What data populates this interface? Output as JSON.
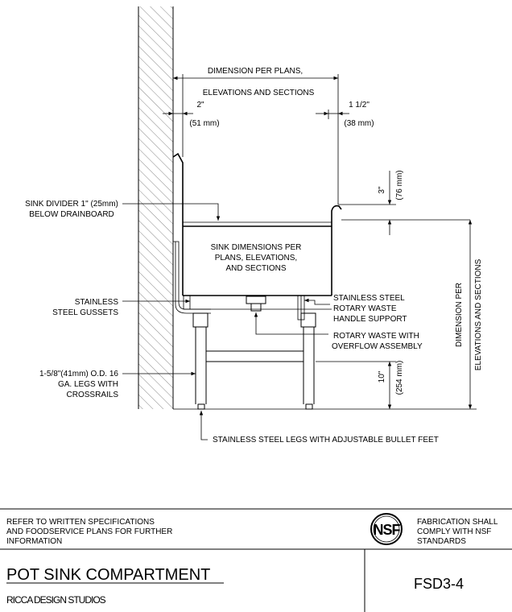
{
  "drawing": {
    "dim_top_line1": "DIMENSION PER PLANS,",
    "dim_top_line2": "ELEVATIONS AND SECTIONS",
    "dim_left_in": "2\"",
    "dim_left_mm": "(51 mm)",
    "dim_right_in": "1 1/2\"",
    "dim_right_mm": "(38 mm)",
    "dim_3_in": "3\"",
    "dim_3_mm": "(76 mm)",
    "divider_line1": "SINK DIVIDER 1\" (25mm)",
    "divider_line2": "BELOW DRAINBOARD",
    "sink_line1": "SINK DIMENSIONS PER",
    "sink_line2": "PLANS, ELEVATIONS,",
    "sink_line3": "AND SECTIONS",
    "gussets_line1": "STAINLESS",
    "gussets_line2": "STEEL GUSSETS",
    "handle_line1": "STAINLESS STEEL",
    "handle_line2": "ROTARY WASTE",
    "handle_line3": "HANDLE SUPPORT",
    "waste_line1": "ROTARY WASTE WITH",
    "waste_line2": "OVERFLOW ASSEMBLY",
    "legs_line1": "1-5/8\"(41mm) O.D. 16",
    "legs_line2": "GA. LEGS WITH",
    "legs_line3": "CROSSRAILS",
    "dim_10_in": "10\"",
    "dim_10_mm": "(254 mm)",
    "dim_height_line1": "DIMENSION PER",
    "dim_height_line2": "ELEVATIONS AND SECTIONS",
    "feet_label": "STAINLESS STEEL LEGS WITH ADJUSTABLE BULLET FEET"
  },
  "title_block": {
    "notes_line1": "REFER TO WRITTEN SPECIFICATIONS",
    "notes_line2": "AND FOODSERVICE PLANS FOR FURTHER",
    "notes_line3": "INFORMATION",
    "nsf_logo_text": "NSF",
    "nsf_line1": "FABRICATION SHALL",
    "nsf_line2": "COMPLY WITH NSF",
    "nsf_line3": "STANDARDS",
    "title": "POT SINK COMPARTMENT",
    "company": "RICCA DESIGN STUDIOS",
    "sheet_number": "FSD3-4"
  }
}
